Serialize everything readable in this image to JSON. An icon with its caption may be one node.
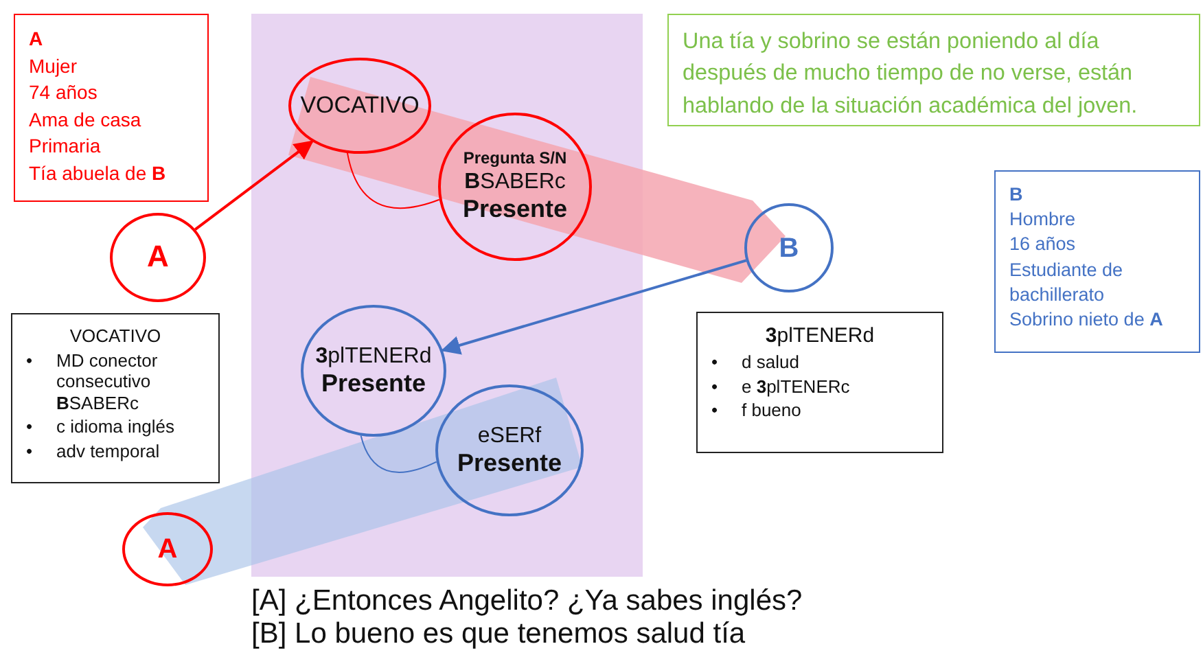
{
  "diagram": {
    "nodes": [
      {
        "text": [
          "A",
          "Mujer",
          "74 años",
          "Ama de casa",
          "Primaria",
          "Tía abuela de **B**"
        ]
      },
      {
        "text": [
          "VOCATIVO"
        ]
      },
      {
        "text": [
          "Pregunta S/N",
          "**B**SABERc",
          "Presente"
        ]
      },
      {
        "text": [
          "Una tía y sobrino se están poniendo al día después de mucho tiempo de no verse, están hablando de la situación académica del joven."
        ]
      },
      {
        "text": [
          "A"
        ]
      },
      {
        "text": [
          "B"
        ]
      },
      {
        "text": [
          "B",
          "Hombre",
          "16 años",
          "Estudiante de bachillerato",
          "Sobrino nieto de **A**"
        ]
      },
      {
        "text": [
          "VOCATIVO",
          "•",
          "MD conector consecutivo **B**SABERc",
          "•",
          "c idioma inglés",
          "•",
          "adv temporal"
        ]
      },
      {
        "text": [
          "**3**plTENERd",
          "Presente"
        ]
      },
      {
        "text": [
          "**3**plTENERd",
          "•",
          "d salud",
          "•",
          "e **3**plTENERc",
          "•",
          "f bueno"
        ]
      },
      {
        "text": [
          "eSERf",
          "Presente"
        ]
      },
      {
        "text": [
          "A"
        ]
      }
    ],
    "edges": [
      {
        "from": 4,
        "to": 1,
        "arrow": "to",
        "color": "#ff0000"
      },
      {
        "from": 5,
        "to": 8,
        "arrow": "to",
        "color": "#4472c4"
      },
      {
        "from": 1,
        "to": 2,
        "arrow": "none",
        "color": "#ff0000"
      },
      {
        "from": 8,
        "to": 10,
        "arrow": "none",
        "color": "#4472c4"
      }
    ],
    "labels": [
      "[A] ¿Entonces Angelito? ¿Ya sabes inglés?",
      "[B] Lo bueno es que tenemos salud tía"
    ]
  }
}
